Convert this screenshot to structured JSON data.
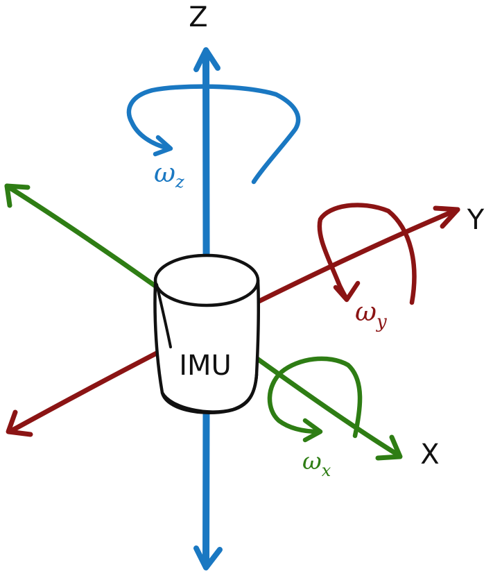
{
  "axes": {
    "z": {
      "label": "Z",
      "color": "#1a78c2"
    },
    "y": {
      "label": "Y",
      "color": "#8b1414"
    },
    "x": {
      "label": "X",
      "color": "#2e7d14"
    }
  },
  "rotations": {
    "z": {
      "symbol": "ω",
      "subscript": "z",
      "color": "#1a78c2"
    },
    "y": {
      "symbol": "ω",
      "subscript": "y",
      "color": "#8b1414"
    },
    "x": {
      "symbol": "ω",
      "subscript": "x",
      "color": "#2e7d14"
    }
  },
  "sensor": {
    "label": "IMU"
  }
}
